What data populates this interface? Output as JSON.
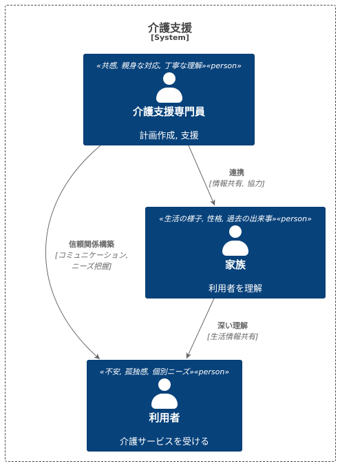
{
  "boundary": {
    "title": "介護支援",
    "type": "[System]"
  },
  "nodes": {
    "staff": {
      "stereotype": "«共感, 親身な対応, 丁寧な理解»«person»",
      "name": "介護支援専門員",
      "description": "計画作成, 支援"
    },
    "family": {
      "stereotype": "«生活の様子, 性格, 過去の出来事»«person»",
      "name": "家族",
      "description": "利用者を理解"
    },
    "user": {
      "stereotype": "«不安, 孤独感, 個別ニーズ»«person»",
      "name": "利用者",
      "description": "介護サービスを受ける"
    }
  },
  "edges": {
    "staff_family": {
      "label": "連携",
      "technology": "[情報共有, 協力]"
    },
    "staff_user": {
      "label": "信頼関係構築",
      "technology_line1": "[コミュニケーション,",
      "technology_line2": "ニーズ把握]"
    },
    "family_user": {
      "label": "深い理解",
      "technology": "[生活情報共有]"
    }
  }
}
